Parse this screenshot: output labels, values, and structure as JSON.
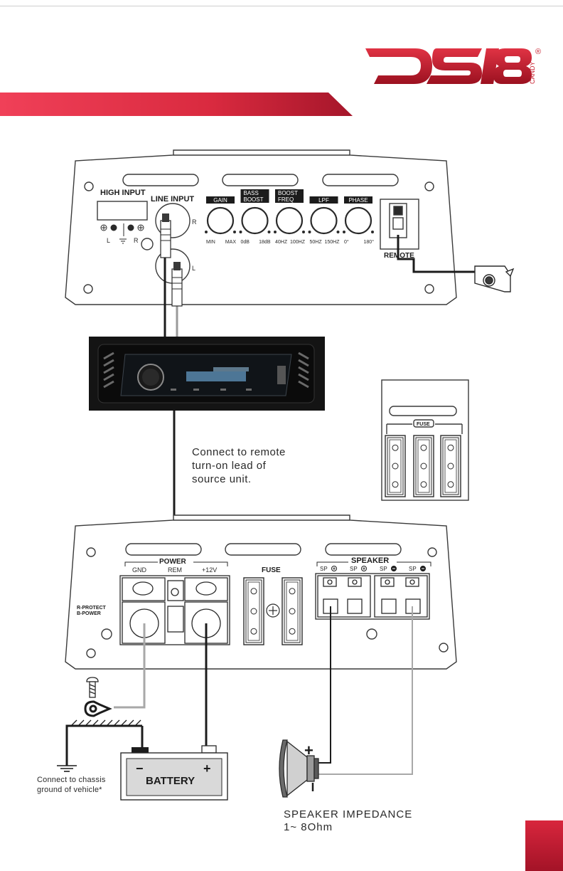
{
  "brand": {
    "logo_text": "DS18",
    "sub_mark": "CANDY",
    "registered_symbol": "®",
    "colors": {
      "brand_red": "#c8202f",
      "banner_red": "#e2283f",
      "dark": "#1c1c1c",
      "panel_stroke": "#3a3a3a",
      "wire_gray": "#a8a8a8",
      "display_blue": "#7fc6ff"
    }
  },
  "top_panel": {
    "high_input_label": "HIGH INPUT",
    "line_input_label": "LINE INPUT",
    "high_input_pins": [
      "L",
      "R"
    ],
    "rca_labels": {
      "right": "R",
      "left": "L"
    },
    "knobs": [
      {
        "id": "gain",
        "label": "GAIN",
        "min": "MIN",
        "max": "MAX"
      },
      {
        "id": "bass-boost",
        "label": "BASS BOOST",
        "line1": "BASS",
        "line2": "BOOST",
        "min": "0dB",
        "max": "18dB"
      },
      {
        "id": "boost-freq",
        "label": "BOOST FREQ",
        "line1": "BOOST",
        "line2": "FREQ",
        "min": "40HZ",
        "max": "100HZ"
      },
      {
        "id": "lpf",
        "label": "LPF",
        "min": "50HZ",
        "max": "150HZ"
      },
      {
        "id": "phase",
        "label": "PHASE",
        "min": "0°",
        "max": "180°"
      }
    ],
    "remote_label": "REMOTE"
  },
  "fuse_box": {
    "label": "FUSE"
  },
  "bottom_panel": {
    "power_label": "POWER",
    "power_terminals": [
      "GND",
      "REM",
      "+12V"
    ],
    "led_labels": [
      "R-PROTECT",
      "B-POWER"
    ],
    "fuse_label": "FUSE",
    "speaker_label": "SPEAKER",
    "speaker_terminals": [
      "SP",
      "SP",
      "SP",
      "SP"
    ]
  },
  "battery": {
    "label": "BATTERY",
    "neg": "−",
    "pos": "+"
  },
  "speaker_symbols": {
    "pos": "+",
    "neg": "−"
  },
  "captions": {
    "remote_line1": "Connect to remote",
    "remote_line2": "turn-on lead of",
    "remote_line3": "source unit.",
    "ground_line1": "Connect to chassis",
    "ground_line2": "ground of vehicle*",
    "impedance_line1": "SPEAKER IMPEDANCE",
    "impedance_line2": "1~ 8Ohm"
  }
}
